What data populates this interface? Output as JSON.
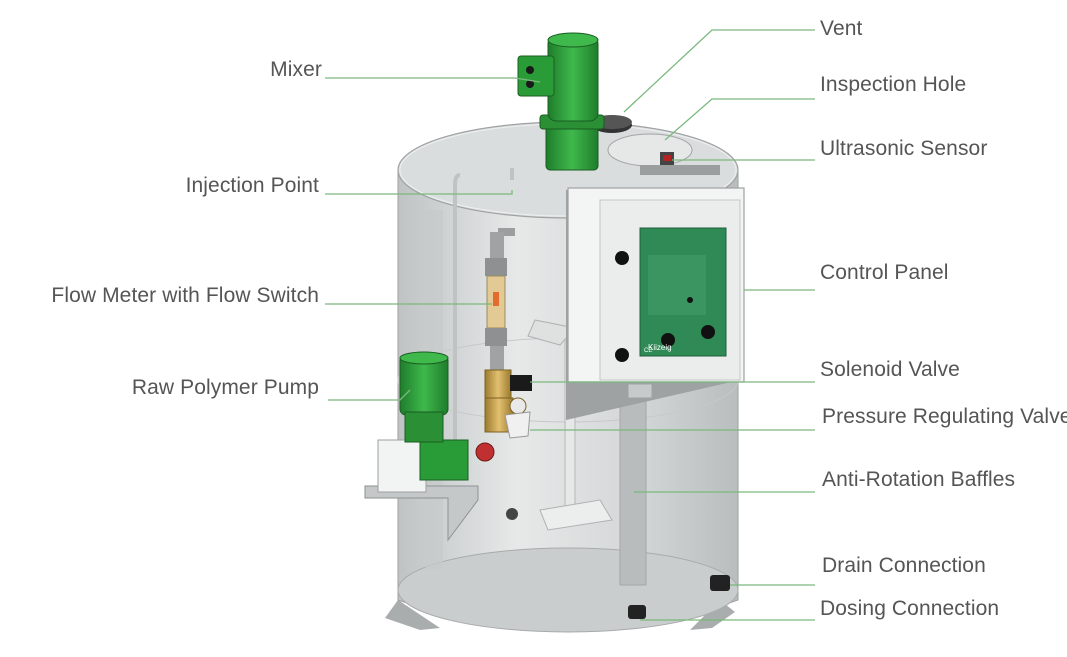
{
  "labels": {
    "left": [
      {
        "id": "mixer",
        "text": "Mixer"
      },
      {
        "id": "injection_point",
        "text": "Injection Point"
      },
      {
        "id": "flow_meter",
        "text": "Flow Meter with Flow Switch"
      },
      {
        "id": "raw_polymer_pump",
        "text": "Raw Polymer Pump"
      }
    ],
    "right": [
      {
        "id": "vent",
        "text": "Vent"
      },
      {
        "id": "inspection_hole",
        "text": "Inspection Hole"
      },
      {
        "id": "ultrasonic_sensor",
        "text": "Ultrasonic Sensor"
      },
      {
        "id": "control_panel",
        "text": "Control Panel"
      },
      {
        "id": "solenoid_valve",
        "text": "Solenoid Valve"
      },
      {
        "id": "pressure_regulating_valve",
        "text": "Pressure Regulating Valve"
      },
      {
        "id": "anti_rotation_baffles",
        "text": "Anti-Rotation Baffles"
      },
      {
        "id": "drain_connection",
        "text": "Drain Connection"
      },
      {
        "id": "dosing_connection",
        "text": "Dosing Connection"
      }
    ]
  },
  "panel": {
    "brand": "Kiizeig",
    "ce_mark": "CE"
  },
  "colors": {
    "callout_line": "#7ab97d",
    "label_text": "#555555",
    "motor_green": "#2e9e3a",
    "panel_green": "#2f8a55",
    "tank_body": "#d9dcdc",
    "brass": "#c9a24a"
  }
}
